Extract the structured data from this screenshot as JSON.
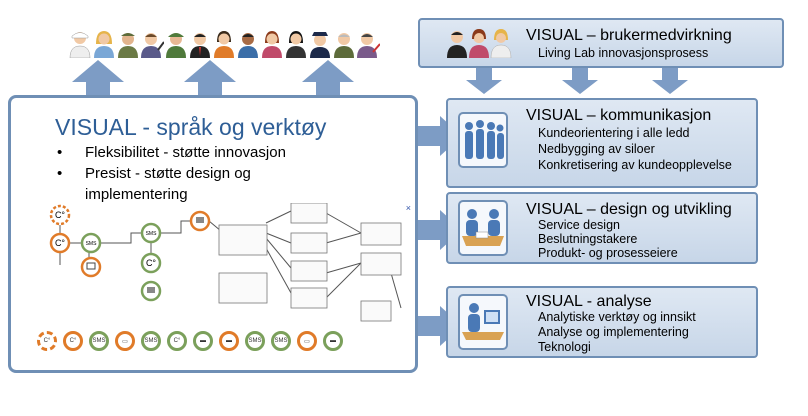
{
  "main": {
    "title": "VISUAL - språk og verktøy",
    "bullets": [
      "Fleksibilitet - støtte innovasjon",
      "Presist - støtte design og",
      "implementering"
    ]
  },
  "panels": {
    "user": {
      "title": "VISUAL – brukermedvirkning",
      "lines": [
        "Living Lab innovasjonsprosess"
      ]
    },
    "communication": {
      "title": "VISUAL – kommunikasjon",
      "lines": [
        "Kundeorientering i alle ledd",
        "Nedbygging av siloer",
        "Konkretisering av kundeopplevelse"
      ]
    },
    "design": {
      "title": "VISUAL – design og utvikling",
      "lines": [
        "Service design",
        "Beslutningstakere",
        "Produkt- og prosesseiere"
      ]
    },
    "analysis": {
      "title": "VISUAL - analyse",
      "lines": [
        "Analytiske verktøy og innsikt",
        "Analyse og implementering",
        "Teknologi"
      ]
    }
  },
  "diagram": {
    "sms_label": "SMS",
    "close_mark": "×"
  },
  "icons": {
    "avatar_names": [
      "nurse",
      "woman",
      "soldier",
      "man-writing",
      "pilot",
      "businessman",
      "businesswoman",
      "man",
      "woman-red",
      "woman-dark",
      "officer",
      "old-man",
      "writer"
    ],
    "palette_symbols": [
      "phone-dashed",
      "phone",
      "sms",
      "computer",
      "sms",
      "phone",
      "screen",
      "screen",
      "sms",
      "sms",
      "computer",
      "screen"
    ]
  },
  "colors": {
    "panel_fill": "#c7d6e8",
    "panel_border": "#6f8fb5",
    "arrow": "#7d9cc5",
    "green": "#7ba05b",
    "orange": "#e07b29"
  }
}
